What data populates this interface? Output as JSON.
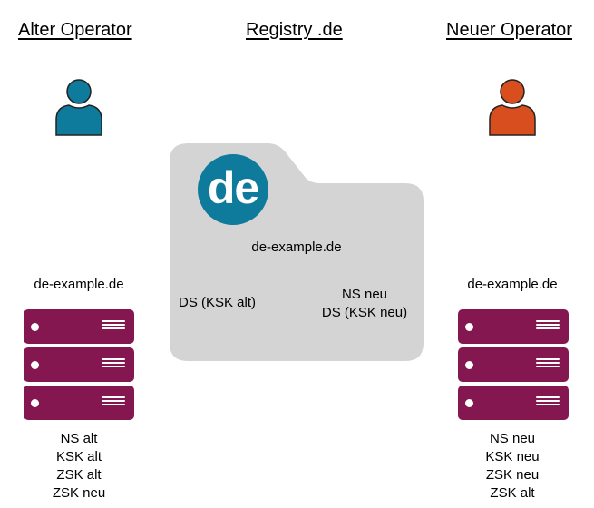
{
  "colors": {
    "old_operator": "#0e7a9c",
    "new_operator": "#d84e1f",
    "server": "#84174f",
    "registry_folder": "#d4d4d4",
    "de_logo": "#0e7a9c"
  },
  "headings": {
    "old_operator": "Alter Operator",
    "registry": "Registry .de",
    "new_operator": "Neuer Operator"
  },
  "icons": {
    "old_operator": "person-icon",
    "new_operator": "person-icon",
    "registry": "folder-icon",
    "server": "server-icon"
  },
  "registry": {
    "logo_text": "de",
    "domain": "de-example.de",
    "left_record": "DS (KSK alt)",
    "right_records": [
      "NS neu",
      "DS (KSK neu)"
    ]
  },
  "old_server": {
    "domain": "de-example.de",
    "records": [
      "NS alt",
      "KSK alt",
      "ZSK alt",
      "ZSK neu"
    ]
  },
  "new_server": {
    "domain": "de-example.de",
    "records": [
      "NS neu",
      "KSK neu",
      "ZSK neu",
      "ZSK alt"
    ]
  }
}
